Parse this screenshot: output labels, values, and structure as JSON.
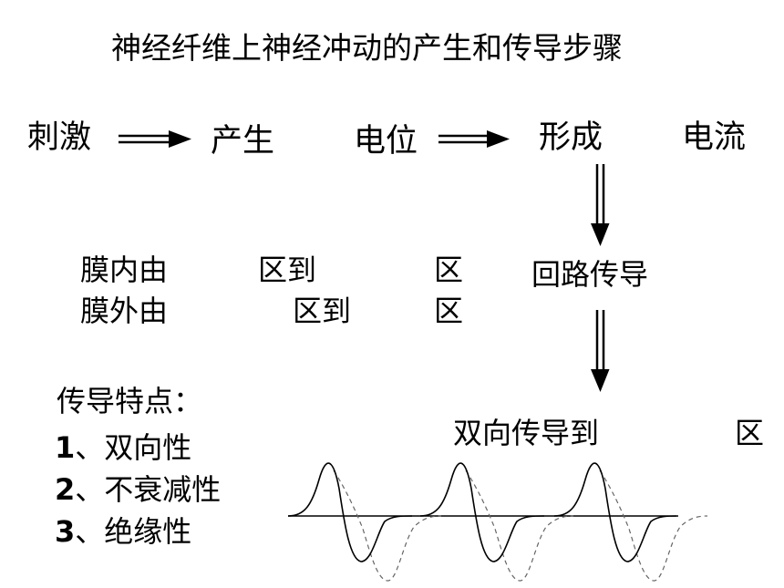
{
  "title": "神经纤维上神经冲动的产生和传导步骤",
  "flow": {
    "stimulus": "刺激",
    "produce": "产生",
    "potential": "电位",
    "form": "形成",
    "current": "电流",
    "circuit": "回路传导"
  },
  "membrane": {
    "inner_prefix": "膜内由",
    "inner_mid": "区到",
    "inner_end": "区",
    "outer_prefix": "膜外由",
    "outer_mid": "区到",
    "outer_end": "区"
  },
  "features": {
    "heading": "传导特点：",
    "items": [
      {
        "num": "1",
        "text": "、双向性"
      },
      {
        "num": "2",
        "text": "、不衰减性"
      },
      {
        "num": "3",
        "text": "、绝缘性"
      }
    ]
  },
  "conduction": {
    "label": "双向传导到",
    "end": "区"
  }
}
